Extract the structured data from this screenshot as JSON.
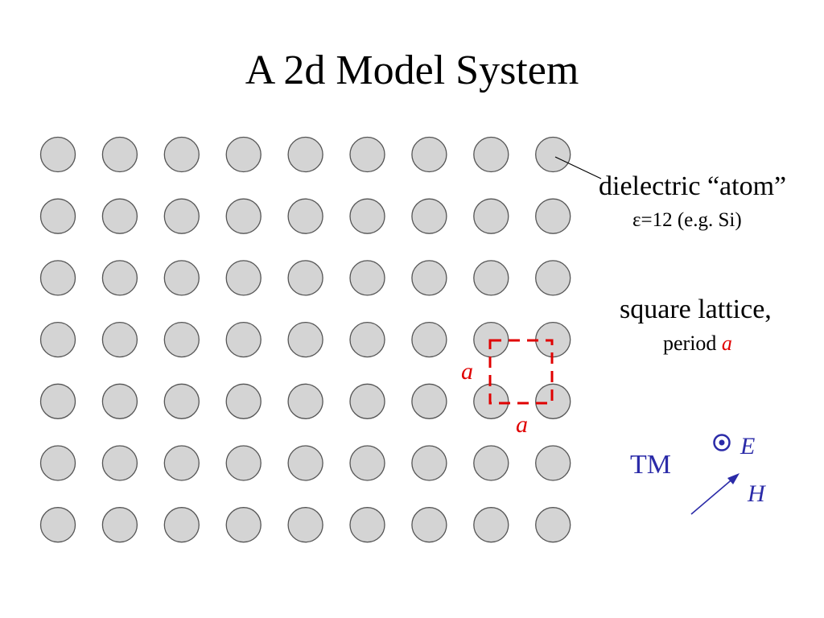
{
  "slide": {
    "title": "A 2d Model System"
  },
  "lattice": {
    "rows": 7,
    "columns": 9,
    "atom_color": "#d4d4d4",
    "atom_stroke": "#555555"
  },
  "labels": {
    "dielectric": "dielectric “atom”",
    "epsilon": "ε=12 (e.g. Si)",
    "square_lattice": "square lattice,",
    "period_prefix": "period ",
    "period_symbol": "a"
  },
  "unit_cell": {
    "side_label_left": "a",
    "side_label_bottom": "a",
    "color": "#e00000"
  },
  "polarization": {
    "mode": "TM",
    "e_field": "E",
    "h_field": "H",
    "color": "#2b2ba8"
  },
  "colors": {
    "period_symbol": "#e00000",
    "leader_line": "#000000"
  }
}
